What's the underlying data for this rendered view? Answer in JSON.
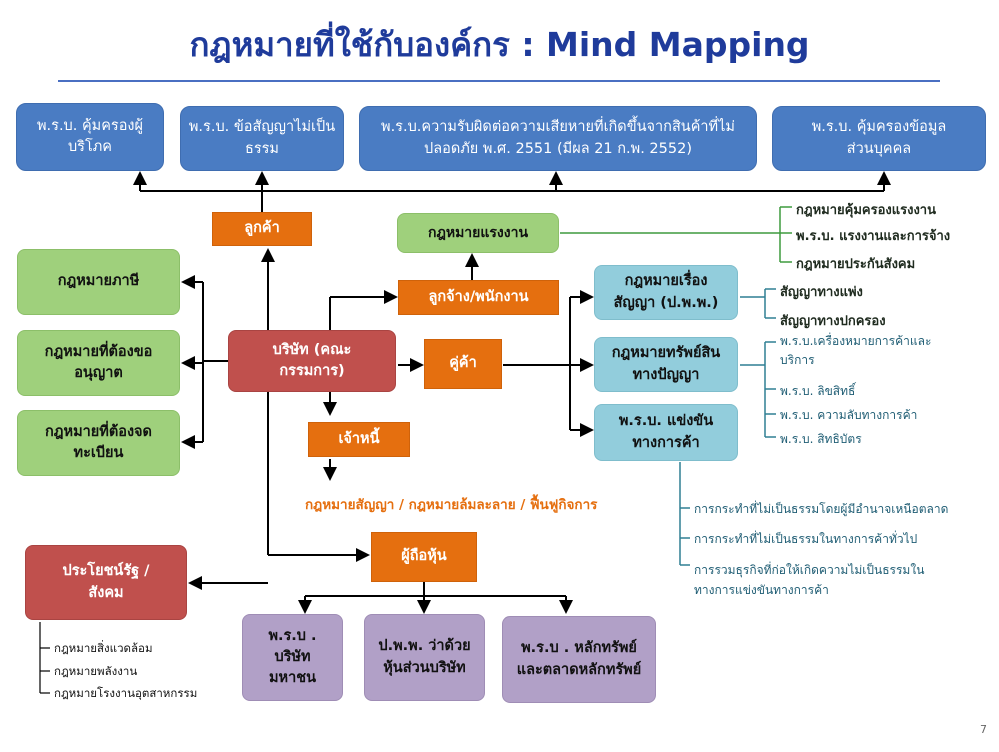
{
  "title": "กฎหมายที่ใช้กับองค์กร : Mind Mapping",
  "page_number": "7",
  "top_laws": [
    "พ.ร.บ. คุ้มครองผู้บริโภค",
    "พ.ร.บ. ข้อสัญญาไม่เป็นธรรม",
    "พ.ร.บ.ความรับผิดต่อความเสียหายที่เกิดขึ้นจากสินค้าที่ไม่ปลอดภัย พ.ศ. 2551 (มีผล 21 ก.พ. 2552)",
    "พ.ร.บ. คุ้มครองข้อมูลส่วนบุคคล"
  ],
  "customer": "ลูกค้า",
  "labor_law": "กฎหมายแรงงาน",
  "labor_sub": [
    "กฎหมายคุ้มครองแรงงาน",
    "พ.ร.บ. แรงงานและการจ้าง",
    "กฎหมายประกันสังคม"
  ],
  "left_laws": [
    "กฎหมายภาษี",
    "กฎหมายที่ต้องขออนุญาต",
    "กฎหมายที่ต้องจดทะเบียน"
  ],
  "company": "บริษัท (คณะกรรมการ)",
  "employee": "ลูกจ้าง/พนักงาน",
  "partner": "คู่ค้า",
  "creditor": "เจ้าหนี้",
  "creditor_laws": "กฎหมายสัญญา / กฎหมายล้มละลาย / ฟื้นฟูกิจการ",
  "contract_law": "กฎหมายเรื่องสัญญา (ป.พ.พ.)",
  "contract_sub": [
    "สัญญาทางแพ่ง",
    "สัญญาทางปกครอง"
  ],
  "ip_law": "กฎหมายทรัพย์สินทางปัญญา",
  "ip_sub": [
    "พ.ร.บ.เครื่องหมายการค้าและบริการ",
    "พ.ร.บ. ลิขสิทธิ์",
    "พ.ร.บ. ความลับทางการค้า",
    "พ.ร.บ. สิทธิบัตร"
  ],
  "competition_law": "พ.ร.บ. แข่งขันทางการค้า",
  "competition_sub": [
    "การกระทำที่ไม่เป็นธรรมโดยผู้มีอำนาจเหนือตลาด",
    "การกระทำที่ไม่เป็นธรรมในทางการค้าทั่วไป",
    "การรวมธุรกิจที่ก่อให้เกิดความไม่เป็นธรรมในทางการแข่งขันทางการค้า"
  ],
  "public": "ประโยชน์รัฐ / สังคม",
  "public_sub": [
    "กฎหมายสิ่งแวดล้อม",
    "กฎหมายพลังงาน",
    "กฎหมายโรงงานอุตสาหกรรม"
  ],
  "shareholder": "ผู้ถือหุ้น",
  "shareholder_laws": [
    "พ.ร.บ . บริษัทมหาชน",
    "ป.พ.พ. ว่าด้วยหุ้นส่วนบริษัท",
    "พ.ร.บ . หลักทรัพย์และตลาดหลักทรัพย์"
  ]
}
